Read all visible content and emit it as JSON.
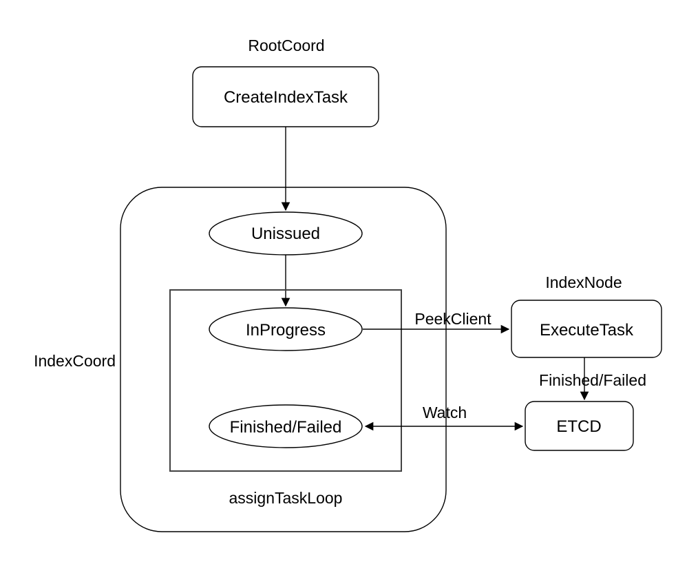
{
  "diagram": {
    "background": "#ffffff",
    "stroke_color": "#000000",
    "inner_loop_stroke": "#424242",
    "groups": {
      "root_coord": "RootCoord",
      "index_coord": "IndexCoord",
      "index_node": "IndexNode"
    },
    "nodes": {
      "create_index_task": "CreateIndexTask",
      "unissued": "Unissued",
      "in_progress": "InProgress",
      "finished_failed": "Finished/Failed",
      "execute_task": "ExecuteTask",
      "etcd": "ETCD"
    },
    "loop_label": "assignTaskLoop",
    "edges": {
      "peek_client": "PeekClient",
      "finished_failed": "Finished/Failed",
      "watch": "Watch"
    }
  }
}
